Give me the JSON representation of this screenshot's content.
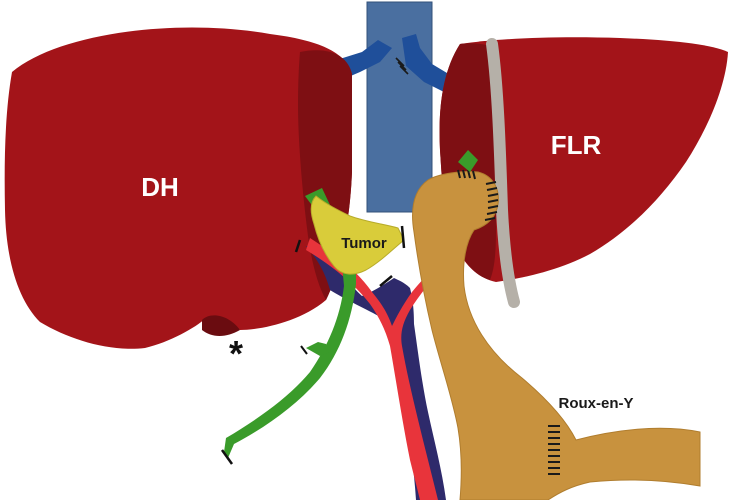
{
  "labels": {
    "dh": "DH",
    "flr": "FLR",
    "tumor": "Tumor",
    "roux": "Roux-en-Y",
    "asterisk": "*"
  },
  "colors": {
    "liver": "#a31419",
    "liver_dark": "#7e0f13",
    "liver_edge": "#8a1116",
    "vena_cava": "#4a6fa0",
    "hepatic_veins": "#1f4f9a",
    "portal_vein": "#2e2a6b",
    "hepatic_artery": "#e8343b",
    "bile_duct": "#3a9b2a",
    "tumor": "#d9cc3a",
    "jejunum": "#c8923e",
    "ligament": "#b5b0a8",
    "staples": "#2a2a2a"
  }
}
